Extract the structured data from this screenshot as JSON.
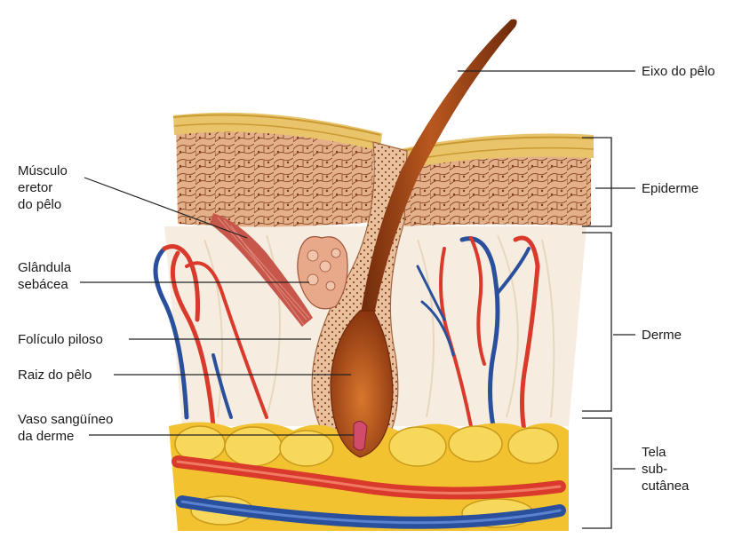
{
  "diagram": {
    "left_labels": {
      "musculo": "Músculo\neretor\ndo pêlo",
      "glandula": "Glândula\nsebácea",
      "foliculo": "Folículo piloso",
      "raiz": "Raiz do pêlo",
      "vaso": "Vaso sangüíneo\nda derme"
    },
    "right_labels": {
      "eixo": "Eixo do pêlo",
      "epiderme": "Epiderme",
      "derme": "Derme",
      "tela": "Tela\nsub-\ncutânea"
    },
    "colors": {
      "stratum_corneum": "#e9c46a",
      "epidermis_cells": "#d9a07a",
      "dermis": "#f5ecdd",
      "hair": "#8a3a12",
      "fat": "#f2c230",
      "artery": "#d93a2c",
      "vein": "#2a4f9c",
      "muscle": "#c8574b"
    }
  }
}
